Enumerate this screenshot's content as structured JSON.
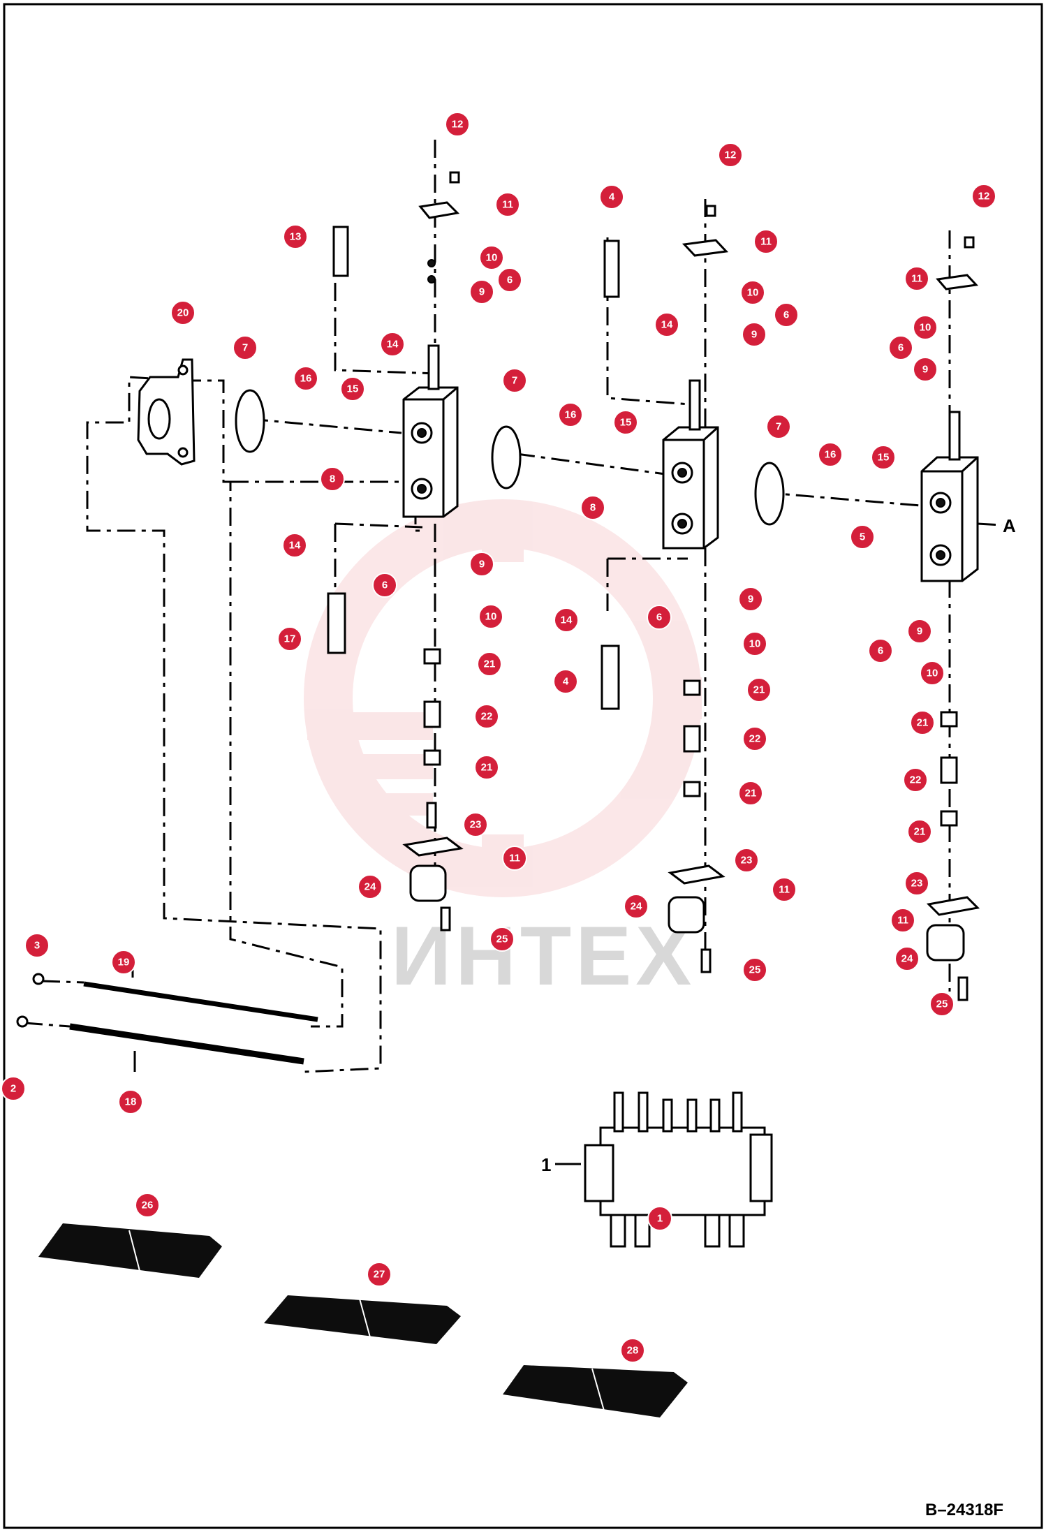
{
  "watermark": {
    "brand": "ИНТЕХ",
    "color": "#f2b3b8"
  },
  "callout_color": "#d41f3a",
  "figure_code": "B–24318F",
  "view_marker": "A",
  "plain_labels": {
    "main_valve": "1"
  },
  "callouts": {
    "c12a": "12",
    "c11a": "11",
    "c10a": "10",
    "c6a": "6",
    "c9a": "9",
    "c13": "13",
    "c14a": "14",
    "c20": "20",
    "c7a": "7",
    "c16a": "16",
    "c15a": "15",
    "c8a": "8",
    "c14b": "14",
    "c9b": "9",
    "c6b": "6",
    "c10b": "10",
    "c17": "17",
    "c21a": "21",
    "c22a": "22",
    "c21b": "21",
    "c23a": "23",
    "c11b": "11",
    "c24a": "24",
    "c25a": "25",
    "c12b": "12",
    "c4a": "4",
    "c11c": "11",
    "c10c": "10",
    "c6c": "6",
    "c14c": "14",
    "c9c": "9",
    "c7b": "7",
    "c16b": "16",
    "c15b": "15",
    "c8b": "8",
    "c9d": "9",
    "c14d": "14",
    "c6d": "6",
    "c10d": "10",
    "c4b": "4",
    "c21c": "21",
    "c22b": "22",
    "c21d": "21",
    "c23b": "23",
    "c11d": "11",
    "c24b": "24",
    "c25b": "25",
    "c12c": "12",
    "c11e": "11",
    "c10e": "10",
    "c6e": "6",
    "c9e": "9",
    "c7c": "7",
    "c16c": "16",
    "c15c": "15",
    "c5": "5",
    "c9f": "9",
    "c6f": "6",
    "c10f": "10",
    "c21e": "21",
    "c22c": "22",
    "c21f": "21",
    "c23c": "23",
    "c11f": "11",
    "c24c": "24",
    "c25c": "25",
    "c3": "3",
    "c19": "19",
    "c2": "2",
    "c18": "18",
    "c1": "1",
    "c26": "26",
    "c27": "27",
    "c28": "28"
  }
}
